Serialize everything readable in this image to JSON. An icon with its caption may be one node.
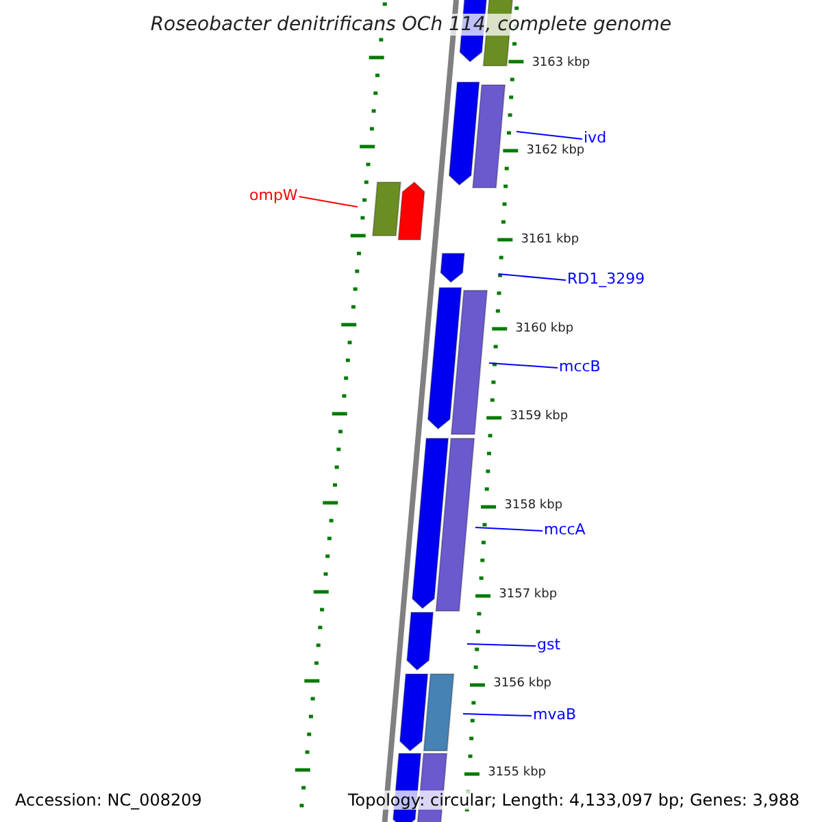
{
  "diagram": {
    "title": "Roseobacter denitrificans OCh 114, complete genome",
    "nodes": [
      {
        "text": [
          "ompW"
        ]
      },
      {
        "text": [
          "ivd"
        ]
      },
      {
        "text": [
          "RD1_3299"
        ]
      },
      {
        "text": [
          "mccB"
        ]
      },
      {
        "text": [
          "mccA"
        ]
      },
      {
        "text": [
          "gst"
        ]
      },
      {
        "text": [
          "mvaB"
        ]
      }
    ],
    "edges": [
      {
        "from": 0,
        "to": null,
        "arrow": "none",
        "color": "#ff0000"
      },
      {
        "from": 1,
        "to": null,
        "arrow": "none"
      },
      {
        "from": 2,
        "to": null,
        "arrow": "none"
      },
      {
        "from": 3,
        "to": null,
        "arrow": "none"
      },
      {
        "from": 4,
        "to": null,
        "arrow": "none"
      },
      {
        "from": 5,
        "to": null,
        "arrow": "none"
      },
      {
        "from": 6,
        "to": null,
        "arrow": "none"
      }
    ],
    "labels": [
      "3163 kbp",
      "3162 kbp",
      "3161 kbp",
      "3160 kbp",
      "3159 kbp",
      "3158 kbp",
      "3157 kbp",
      "3156 kbp",
      "3155 kbp",
      "Accession: NC_008209",
      "Topology: circular; Length: 4,133,097 bp; Genes: 3,988"
    ]
  }
}
